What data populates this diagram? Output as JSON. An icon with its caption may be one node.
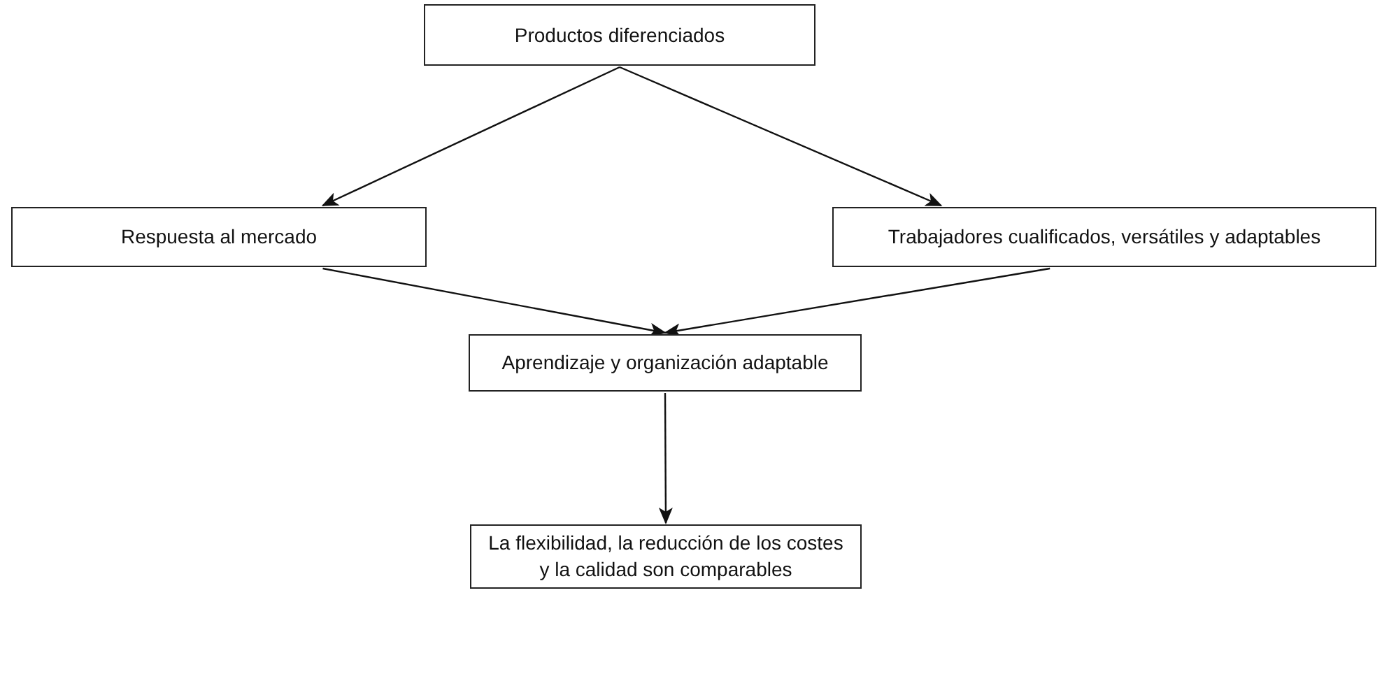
{
  "diagram": {
    "nodes": [
      {
        "text": [
          "Productos diferenciados"
        ]
      },
      {
        "text": [
          "Respuesta al mercado"
        ]
      },
      {
        "text": [
          "Trabajadores cualificados, versátiles y adaptables"
        ]
      },
      {
        "text": [
          "Aprendizaje y organización adaptable"
        ]
      },
      {
        "text": [
          "La flexibilidad, la reducción de los costes y la calidad son comparables"
        ]
      }
    ],
    "edges": [
      {
        "from": 0,
        "to": 1,
        "arrow": "to"
      },
      {
        "from": 0,
        "to": 2,
        "arrow": "to"
      },
      {
        "from": 1,
        "to": 3,
        "arrow": "to"
      },
      {
        "from": 2,
        "to": 3,
        "arrow": "to"
      },
      {
        "from": 3,
        "to": 4,
        "arrow": "to"
      }
    ]
  }
}
